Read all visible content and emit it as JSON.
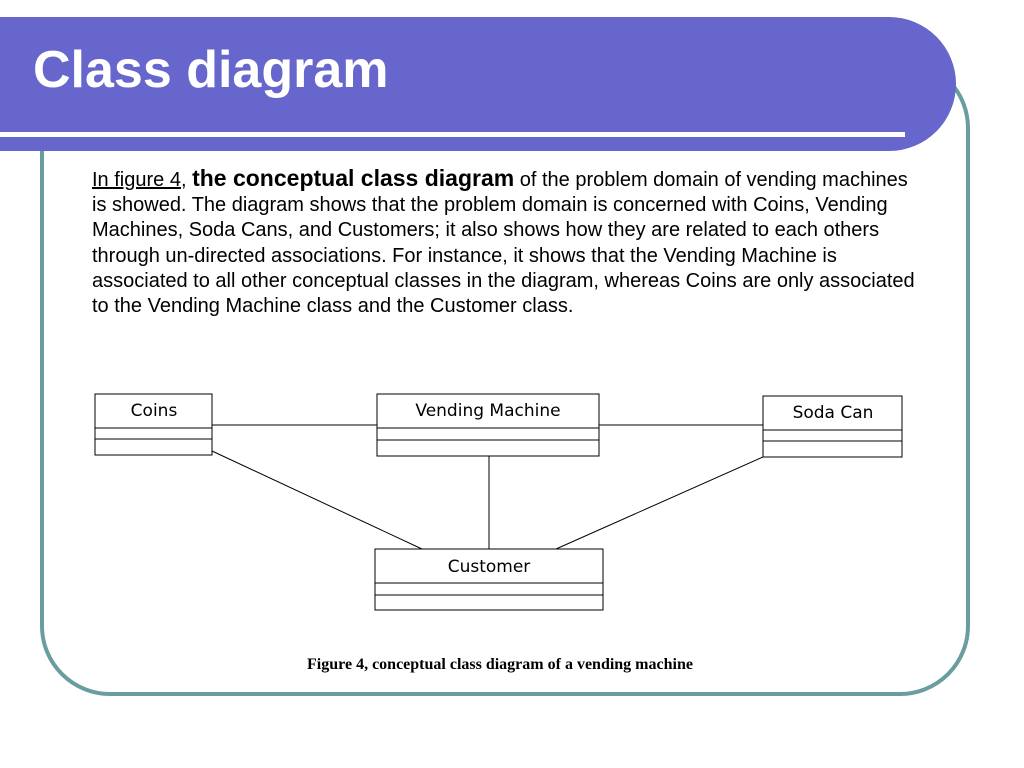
{
  "slide": {
    "title": "Class diagram",
    "body": {
      "ref_link": "In figure 4",
      "sep": ", ",
      "emphasis": "the conceptual class diagram",
      "rest": " of the problem domain of vending machines is showed. The diagram shows that the problem domain is concerned with Coins, Vending Machines, Soda Cans, and Customers; it also shows how they are related to each others through un-directed associations. For instance, it shows that the Vending Machine is associated to all other conceptual classes in the diagram, whereas Coins are only associated to the Vending Machine class and the Customer class."
    }
  },
  "diagram": {
    "classes": [
      {
        "id": "coins",
        "name": "Coins"
      },
      {
        "id": "vending-machine",
        "name": "Vending Machine"
      },
      {
        "id": "soda-can",
        "name": "Soda Can"
      },
      {
        "id": "customer",
        "name": "Customer"
      }
    ],
    "associations": [
      {
        "from": "coins",
        "to": "vending-machine",
        "directed": false
      },
      {
        "from": "vending-machine",
        "to": "soda-can",
        "directed": false
      },
      {
        "from": "coins",
        "to": "customer",
        "directed": false
      },
      {
        "from": "vending-machine",
        "to": "customer",
        "directed": false
      },
      {
        "from": "soda-can",
        "to": "customer",
        "directed": false
      }
    ],
    "caption": "Figure 4, conceptual class diagram of a vending machine"
  },
  "colors": {
    "title_bar": "#6666cc",
    "frame_border": "#6a9e9e",
    "title_text": "#ffffff"
  }
}
